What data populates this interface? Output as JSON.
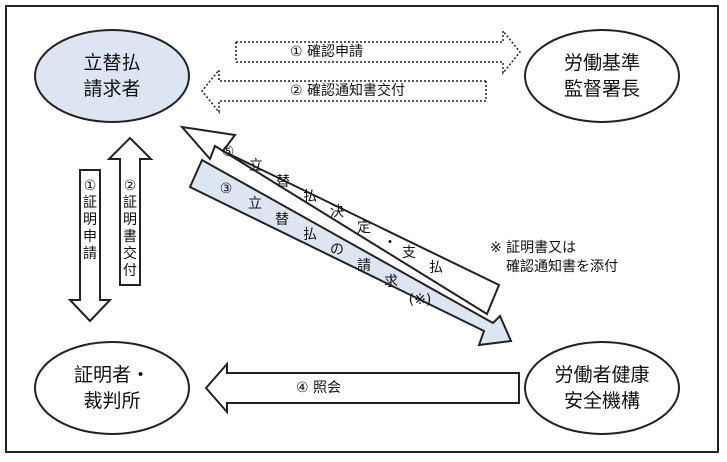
{
  "nodes": {
    "applicant": {
      "line1": "立替払",
      "line2": "請求者"
    },
    "labor_bureau": {
      "line1": "労働基準",
      "line2": "監督署長"
    },
    "certifier": {
      "line1": "証明者・",
      "line2": "裁判所"
    },
    "jaish": {
      "line1": "労働者健康",
      "line2": "安全機構"
    }
  },
  "arrows": {
    "confirm_request": "① 確認申請",
    "confirm_notice": "② 確認通知書交付",
    "cert_request": {
      "num": "①",
      "chars": [
        "証",
        "明",
        "申",
        "請"
      ]
    },
    "cert_issue": {
      "num": "②",
      "chars": [
        "証",
        "明",
        "書",
        "交",
        "付"
      ]
    },
    "payment_decision": {
      "num": "⑤",
      "chars": [
        "立",
        "替",
        "払",
        "決",
        "定",
        "・",
        "支",
        "払"
      ]
    },
    "payment_claim": {
      "num": "③",
      "chars": [
        "立",
        "替",
        "払",
        "の",
        "請",
        "求",
        "(※)"
      ]
    },
    "inquiry": "④ 照会"
  },
  "note": {
    "line1": "※ 証明書又は",
    "line2": "確認通知書を添付"
  },
  "colors": {
    "applicant_fill": "#dce6f2",
    "claim_arrow_fill": "#dce6f2",
    "stroke": "#222222"
  }
}
